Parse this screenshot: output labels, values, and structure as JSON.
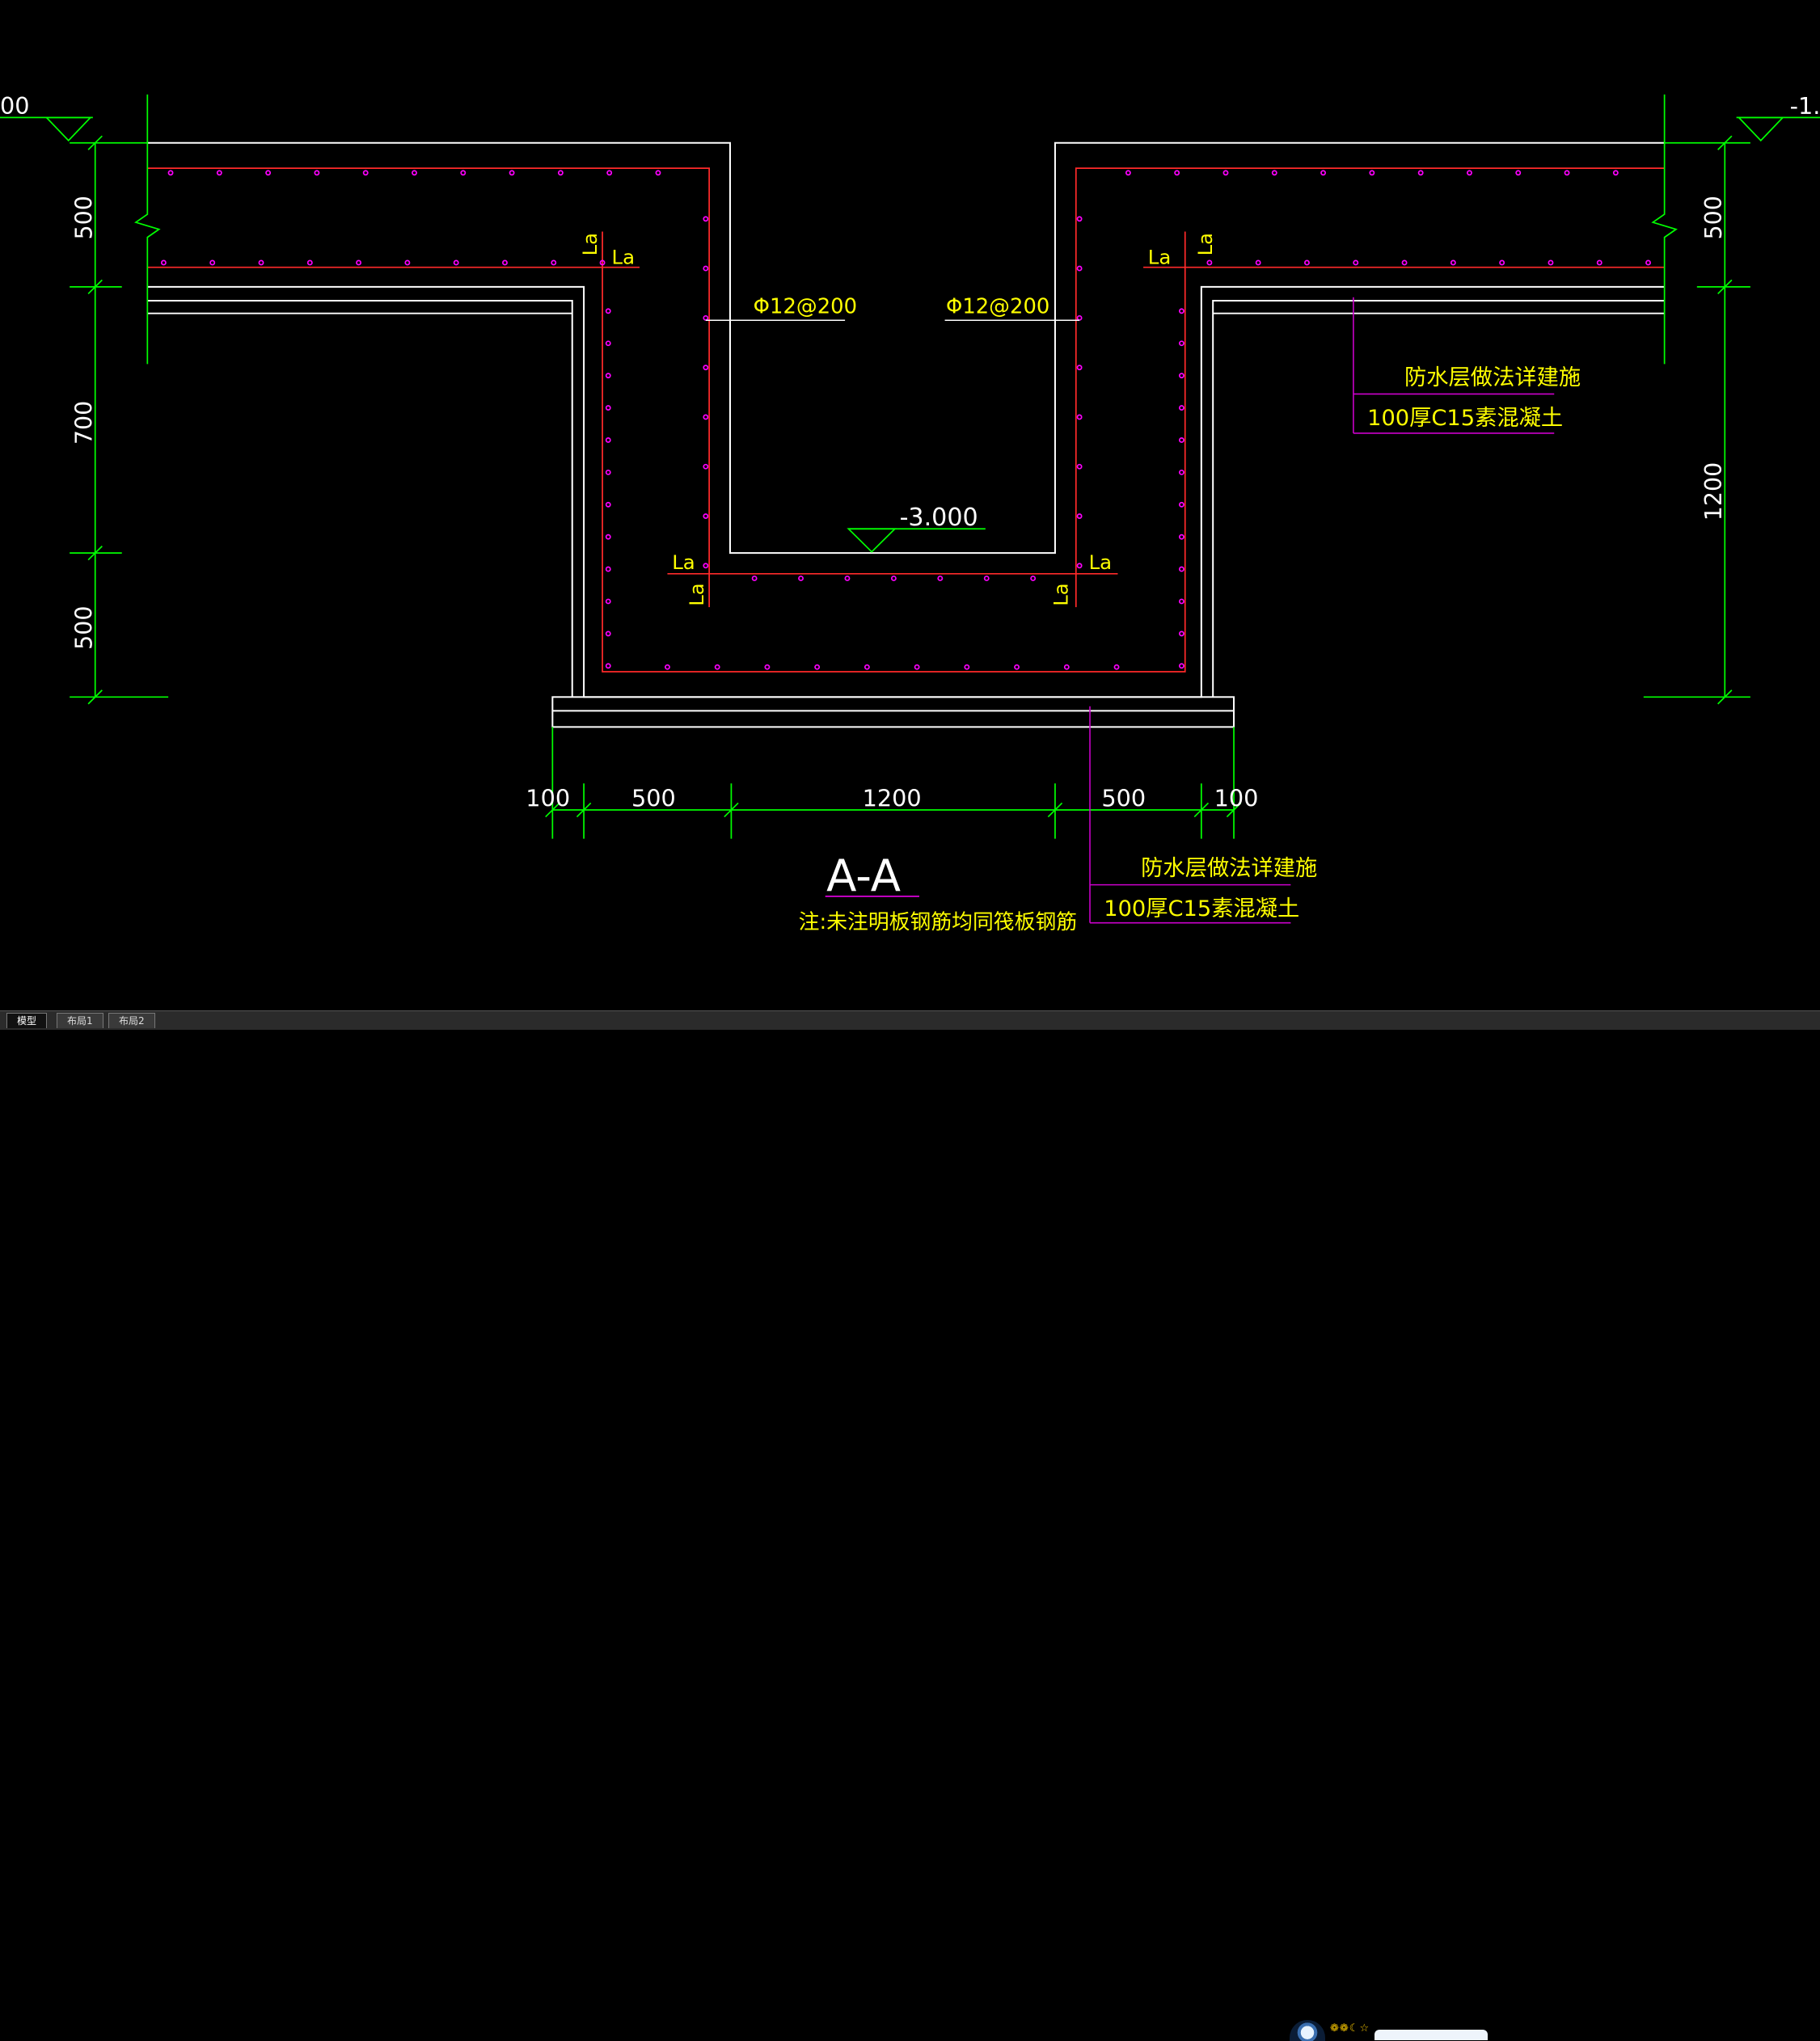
{
  "drawing": {
    "section_title": "A-A",
    "note": "注:未注明板钢筋均同筏板钢筋",
    "level_left": "00",
    "level_right": "-1.",
    "level_pit_bottom": "-3.000",
    "rebar_left": "Φ12@200",
    "rebar_right": "Φ12@200",
    "anchor_label": "La",
    "waterproof_text": "防水层做法详建施",
    "concrete_text": "100厚C15素混凝土",
    "dims_bottom": [
      "100",
      "500",
      "1200",
      "500",
      "100"
    ],
    "dims_left": [
      "500",
      "700",
      "500"
    ],
    "dims_right": [
      "500",
      "1200"
    ]
  },
  "colors": {
    "background": "#000000",
    "outline": "#ffffff",
    "rebar": "#ff2a2a",
    "rebar_dot": "#ff00ff",
    "dimension_line": "#00ff00",
    "dimension_text": "#ffffff",
    "annotation_text": "#ffff00",
    "leader": "#cc00cc"
  },
  "tabs": [
    "模型",
    "布局1",
    "布局2"
  ],
  "status": {
    "tray_icons": "❁❁☾☆"
  }
}
